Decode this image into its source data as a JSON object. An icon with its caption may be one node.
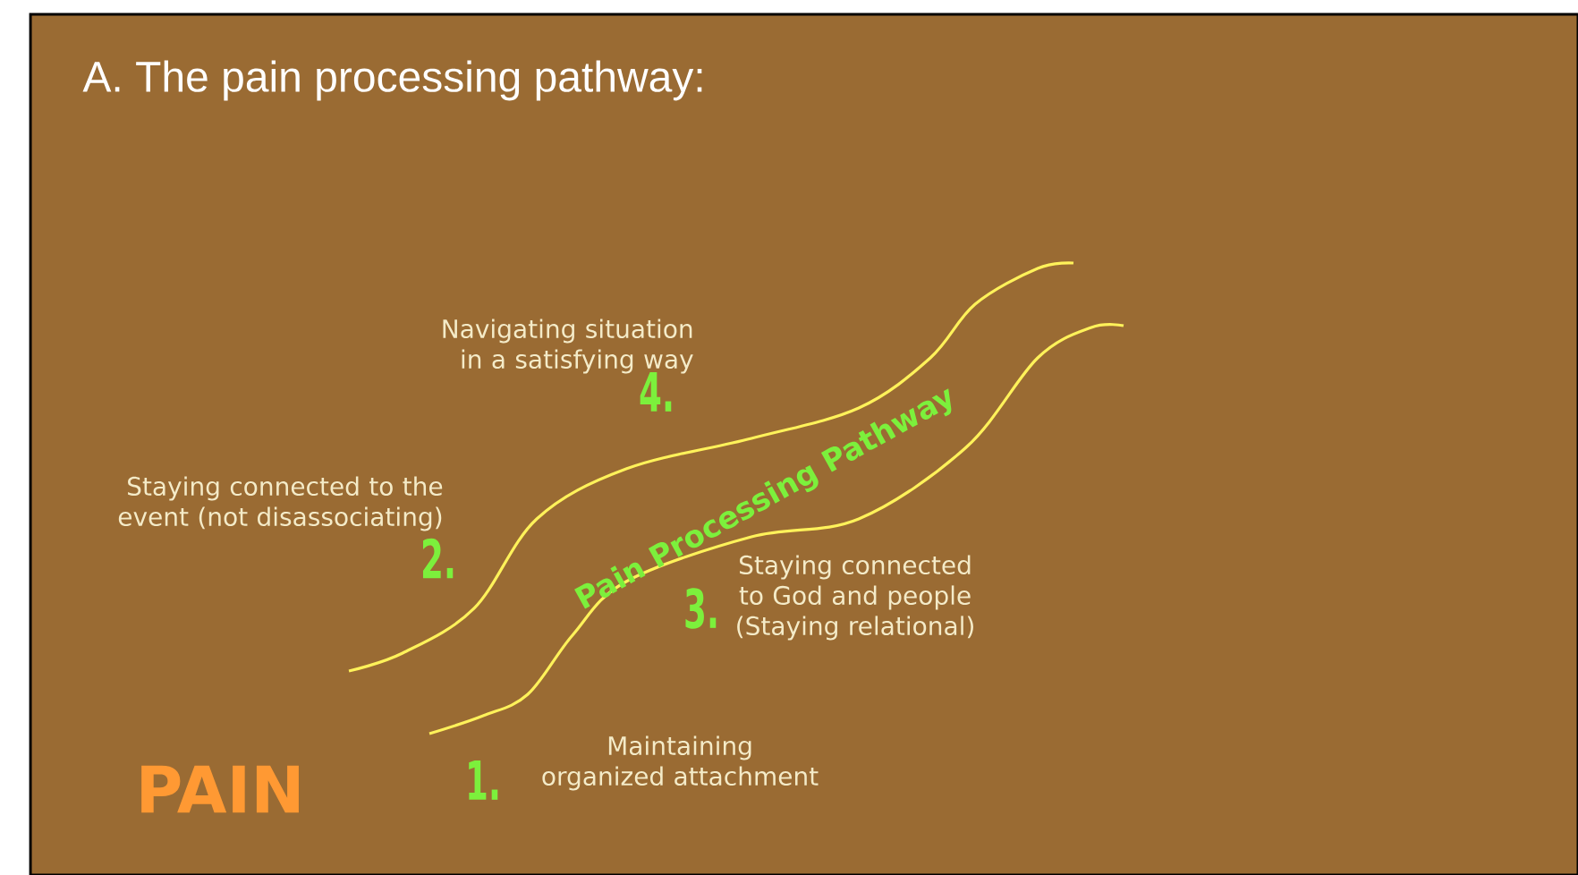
{
  "diagram": {
    "title": "A.   The pain processing pathway:",
    "labels": [
      "Navigating situation in a satisfying way",
      "4.",
      "Pain Processing Pathway",
      "Staying connected to the event (not disassociating)",
      "2.",
      "3.",
      "Staying connected to God and people (Staying relational)",
      "PAIN",
      "1.",
      "Maintaining organized attachment"
    ]
  }
}
